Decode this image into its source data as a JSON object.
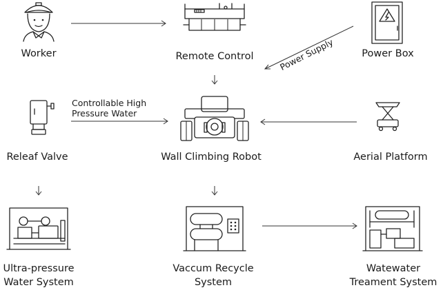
{
  "nodes": {
    "worker": {
      "label": "Worker",
      "icon": "worker-icon"
    },
    "remote_control": {
      "label": "Remote Control",
      "icon": "remote-control-icon"
    },
    "power_box": {
      "label": "Power Box",
      "icon": "power-box-icon"
    },
    "releaf_valve": {
      "label": "Releaf Valve",
      "icon": "valve-icon"
    },
    "wall_climbing_robot": {
      "label": "Wall Climbing Robot",
      "icon": "robot-icon"
    },
    "aerial_platform": {
      "label": "Aerial Platform",
      "icon": "scissor-lift-icon"
    },
    "ultra_pressure": {
      "label_line1": "Ultra-pressure",
      "label_line2": "Water System",
      "icon": "pump-system-icon"
    },
    "vaccum_recycle": {
      "label_line1": "Vaccum Recycle",
      "label_line2": "System",
      "icon": "vacuum-system-icon"
    },
    "wastewater": {
      "label_line1": "Watewater",
      "label_line2": "Treament System",
      "icon": "treatment-system-icon"
    }
  },
  "edges": {
    "power_supply": {
      "label": "Power Supply"
    },
    "high_pressure": {
      "label_line1": "Controllable High",
      "label_line2": "Pressure Water"
    }
  },
  "colors": {
    "stroke": "#222222",
    "arrow": "#333333",
    "text": "#1a1a1a",
    "background": "#ffffff"
  }
}
